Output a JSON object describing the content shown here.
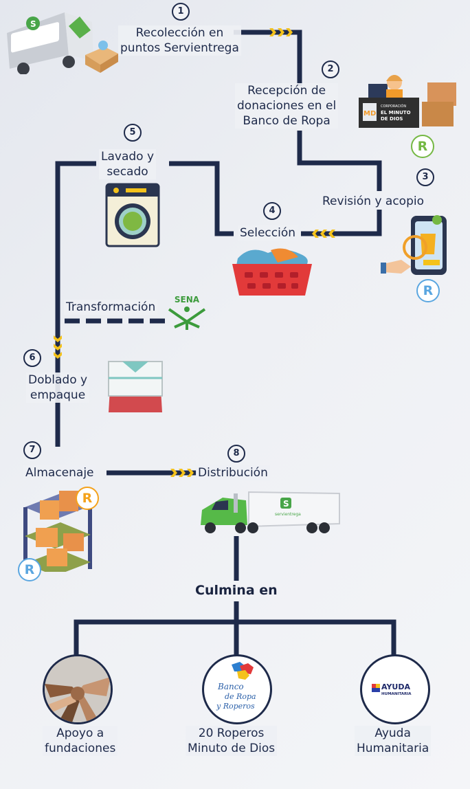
{
  "steps": {
    "s1": {
      "num": "1",
      "label_l1": "Recolección en",
      "label_l2": "puntos Servientrega"
    },
    "s2": {
      "num": "2",
      "label_l1": "Recepción de",
      "label_l2": "donaciones en el",
      "label_l3": "Banco de Ropa"
    },
    "s3": {
      "num": "3",
      "label": "Revisión y acopio"
    },
    "s4": {
      "num": "4",
      "label": "Selección"
    },
    "s5": {
      "num": "5",
      "label_l1": "Lavado y",
      "label_l2": "secado"
    },
    "transform": {
      "label": "Transformación"
    },
    "s6": {
      "num": "6",
      "label_l1": "Doblado y",
      "label_l2": "empaque"
    },
    "s7": {
      "num": "7",
      "label": "Almacenaje"
    },
    "s8": {
      "num": "8",
      "label": "Distribución"
    }
  },
  "badges": {
    "r": "R"
  },
  "logos": {
    "servientrega": "servientrega",
    "md_line1": "CORPORACIÓN",
    "md_line2": "EL MINUTO",
    "md_line3": "DE DIOS",
    "md_abbr": "MD",
    "sena": "SENA",
    "banco_l1": "Banco",
    "banco_l2": "de Ropa",
    "banco_l3": "y Roperos",
    "ayuda_l1": "AYUDA",
    "ayuda_l2": "HUMANITARIA"
  },
  "culmina": "Culmina en",
  "outcomes": [
    {
      "l1": "Apoyo a",
      "l2": "fundaciones"
    },
    {
      "l1": "20 Roperos",
      "l2": "Minuto de Dios"
    },
    {
      "l1": "Ayuda",
      "l2": "Humanitaria"
    }
  ],
  "colors": {
    "navy": "#1e2a4a",
    "yellow": "#f4c21b",
    "green_badge": "#74b843",
    "orange_badge": "#f4a21b",
    "blue_badge": "#5aa6e0"
  }
}
